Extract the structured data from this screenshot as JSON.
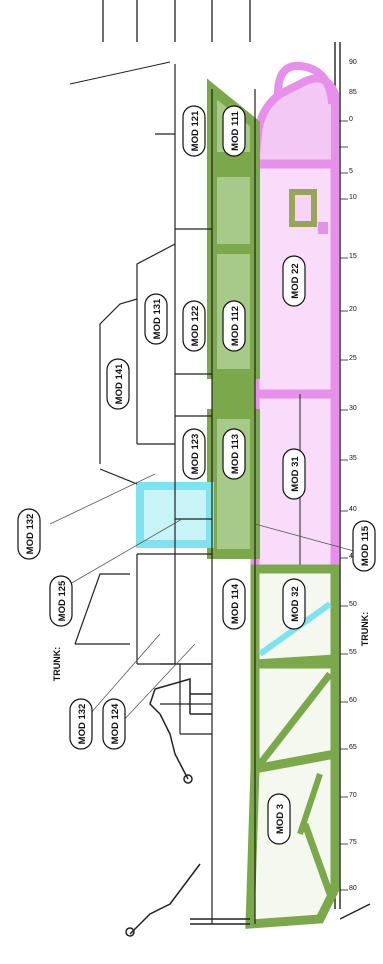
{
  "diagram": {
    "modules": {
      "mod_111": "MOD 111",
      "mod_112": "MOD 112",
      "mod_113": "MOD 113",
      "mod_114": "MOD 114",
      "mod_121": "MOD 121",
      "mod_122": "MOD 122",
      "mod_123": "MOD 123",
      "mod_131": "MOD 131",
      "mod_141": "MOD 141",
      "mod_22": "MOD 22",
      "mod_31": "MOD 31",
      "mod_32": "MOD 32",
      "mod_stern": "MOD 3"
    },
    "callouts": {
      "mod_132_top": "MOD 132",
      "mod_125": "MOD 125",
      "mod_132_bottom": "MOD 132",
      "mod_124": "MOD 124",
      "mod_115": "MOD 115",
      "trunk_left": "TRUNK:",
      "trunk_right": "TRUNK:"
    },
    "frame_numbers": [
      "0",
      "5",
      "10",
      "15",
      "20",
      "25",
      "30",
      "35",
      "40",
      "45",
      "50",
      "55",
      "60",
      "65",
      "70",
      "75",
      "80",
      "85",
      "90"
    ],
    "colors": {
      "green_module": "#7aa84a",
      "green_module_light": "#a7c98a",
      "magenta_module": "#e690ec",
      "magenta_light": "#f4c8f5",
      "cyan_module": "#7fe3ef",
      "olive_box": "#9aa45a"
    }
  }
}
